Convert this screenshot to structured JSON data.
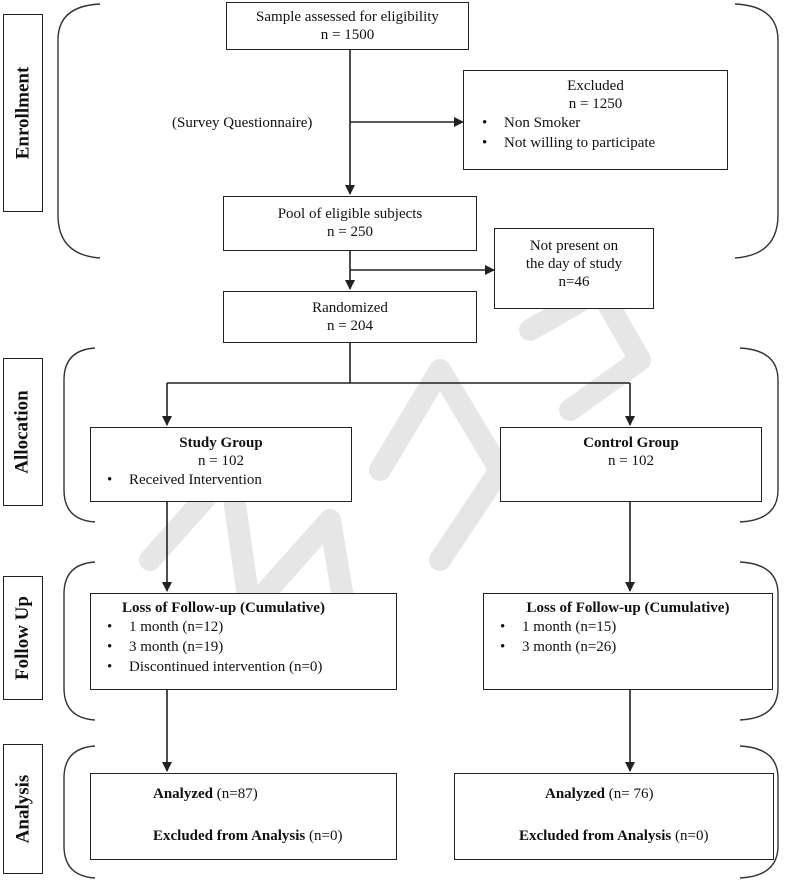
{
  "stages": {
    "enrollment": "Enrollment",
    "allocation": "Allocation",
    "follow_up": "Follow Up",
    "analysis": "Analysis"
  },
  "enrollment": {
    "assessed": {
      "line1": "Sample assessed for eligibility",
      "line2": "n = 1500"
    },
    "survey_label": "(Survey Questionnaire)",
    "excluded": {
      "title": "Excluded",
      "count": "n = 1250",
      "items": [
        "Non Smoker",
        "Not willing to participate"
      ]
    },
    "pool": {
      "line1": "Pool of eligible subjects",
      "line2": "n = 250"
    },
    "not_present": {
      "line1": "Not present on",
      "line2": "the day of study",
      "line3": "n=46"
    },
    "randomized": {
      "line1": "Randomized",
      "line2": "n = 204"
    }
  },
  "allocation": {
    "study": {
      "title": "Study Group",
      "count": "n = 102",
      "items": [
        "Received Intervention"
      ]
    },
    "control": {
      "title": "Control Group",
      "count": "n = 102"
    }
  },
  "follow_up": {
    "study": {
      "title": "Loss of Follow-up (Cumulative)",
      "items": [
        "1 month (n=12)",
        "3 month (n=19)",
        "Discontinued intervention (n=0)"
      ]
    },
    "control": {
      "title": "Loss of Follow-up (Cumulative)",
      "items": [
        "1 month (n=15)",
        "3 month (n=26)"
      ]
    }
  },
  "analysis": {
    "study": {
      "analyzed_label": "Analyzed",
      "analyzed_value": " (n=87)",
      "excluded_label": "Excluded from Analysis",
      "excluded_value": " (n=0)"
    },
    "control": {
      "analyzed_label": "Analyzed",
      "analyzed_value": " (n= 76)",
      "excluded_label": "Excluded from Analysis",
      "excluded_value": " (n=0)"
    }
  }
}
